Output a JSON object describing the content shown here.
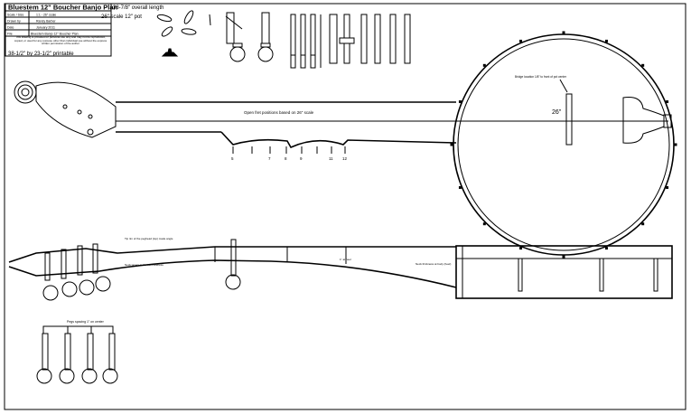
{
  "title_block": {
    "title": "Bluestem 12\" Boucher Banjo Plan",
    "rows": [
      {
        "label": "Scale / Size",
        "value": "1:1 - 26\" scale"
      },
      {
        "label": "Drawn by",
        "value": "Randy Barber"
      },
      {
        "label": "Date",
        "value": "January 2011"
      },
      {
        "label": "File",
        "value": "Bluestem Banjo 12\" Boucher Plan"
      }
    ],
    "note": "This drawing is provided for personal use only and may not be reproduced, copied, or used for any purpose other than individual use without the express written permission of the author"
  },
  "overall_length": "38-7/8\" overall length",
  "scale_pot": "26\" scale 12\" pot",
  "printable": "38-1/2\" by 23-1/2\" printable",
  "fret_caption": "Open fret positions based on 26\" scale",
  "fret_numbers": [
    "5",
    "7",
    "8",
    "9",
    "11",
    "12"
  ],
  "scale_mark": "26\"",
  "bridge_note": "Bridge location 1/8\" to front of pot center",
  "side_notes": {
    "peghead_angle": "Tip rim of the peghead (top) made angle",
    "neck_taper": "Neck tapers to the fret thickness",
    "heel_note": "1\" at heel",
    "pot_note": "Neck thickness at body (heel)"
  },
  "tuner_note": "Pegs spacing 1\" on center",
  "colors": {
    "line": "#000000",
    "background": "#ffffff"
  }
}
